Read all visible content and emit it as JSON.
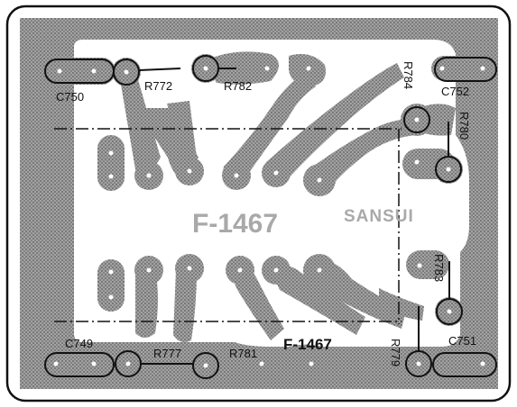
{
  "board": {
    "code_main": "F-1467",
    "code_small": "F-1467",
    "brand": "SANSUI"
  },
  "labels": {
    "c750": "C750",
    "r772": "R772",
    "r782": "R782",
    "r784": "R784",
    "c752": "C752",
    "r780": "R780",
    "r783": "R783",
    "c749": "C749",
    "r777": "R777",
    "r781": "R781",
    "r779": "R779",
    "c751": "C751"
  },
  "colors": {
    "copper": "#8e8e8e",
    "board": "#ffffff",
    "outline": "#111111",
    "text_faint": "#a9a9a9"
  }
}
